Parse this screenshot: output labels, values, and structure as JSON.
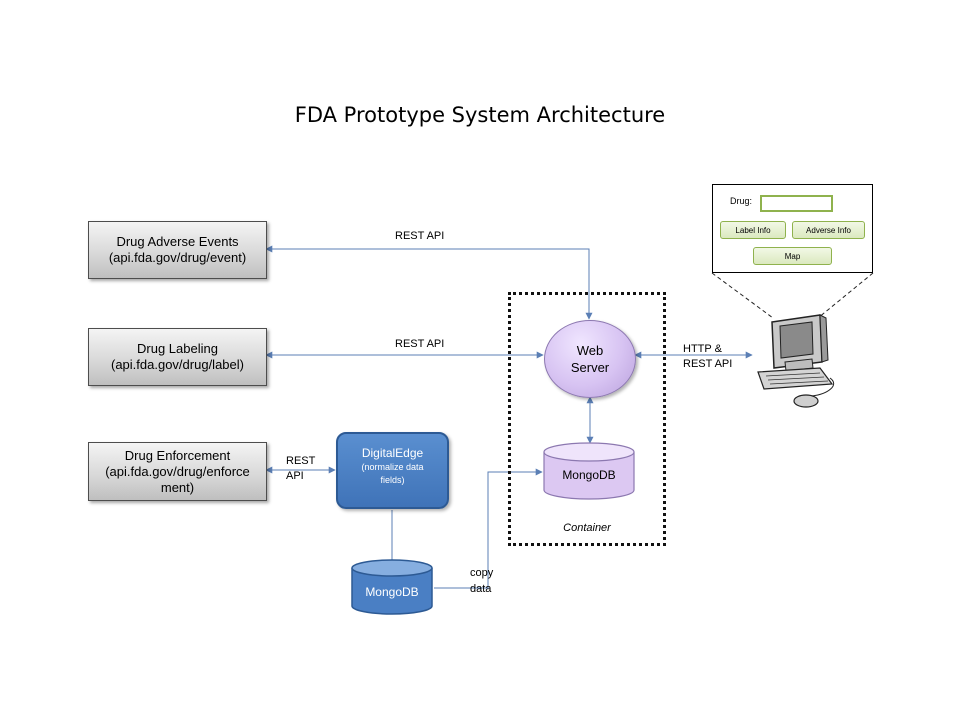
{
  "title": "FDA Prototype System Architecture",
  "sources": {
    "adverse": {
      "line1": "Drug Adverse Events",
      "line2": "(api.fda.gov/drug/event)"
    },
    "labeling": {
      "line1": "Drug Labeling",
      "line2": "(api.fda.gov/drug/label)"
    },
    "enforcement": {
      "line1": "Drug Enforcement",
      "line2": "(api.fda.gov/drug/enforce",
      "line3": "ment)"
    }
  },
  "links": {
    "adverse_rest": "REST API",
    "labeling_rest": "REST API",
    "enforcement_rest_1": "REST",
    "enforcement_rest_2": "API",
    "http_1": "HTTP &",
    "http_2": "REST API",
    "copy_1": "copy",
    "copy_2": "data"
  },
  "web_server": {
    "line1": "Web",
    "line2": "Server"
  },
  "container_label": "Container",
  "mongodb_container": "MongoDB",
  "digitaledge": {
    "title": "DigitalEdge",
    "subtitle_1": "(normalize data",
    "subtitle_2": "fields)"
  },
  "mongodb_local": "MongoDB",
  "client_ui": {
    "drug_label": "Drug:",
    "label_info_button": "Label Info",
    "adverse_info_button": "Adverse Info",
    "map_button": "Map"
  },
  "icons": {
    "client": "computer-workstation-icon"
  },
  "colors": {
    "web_server": "#d7c3f2",
    "digitaledge": "#3f73b8",
    "mongodb_local": "#4a7fc4",
    "mongodb_container": "#dcc8f2",
    "arrow": "#5b7fb5",
    "button_border": "#8fb24d"
  }
}
